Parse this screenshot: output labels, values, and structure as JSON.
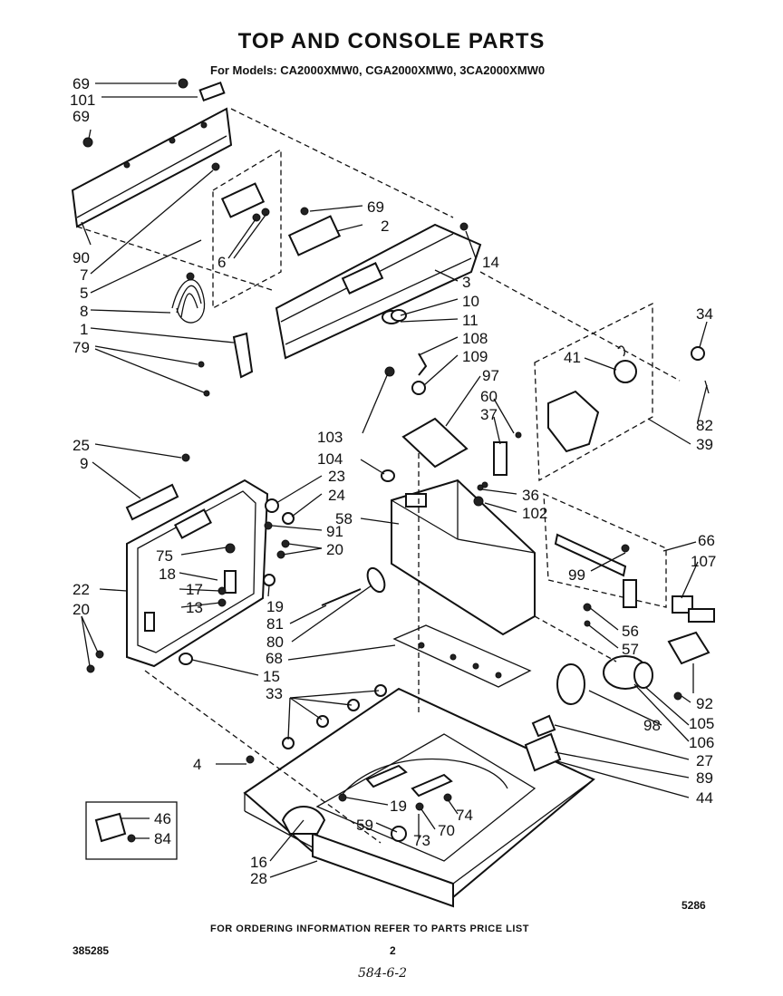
{
  "header": {
    "title": "TOP AND CONSOLE PARTS",
    "models_line": "For Models: CA2000XMW0, CGA2000XMW0, 3CA2000XMW0"
  },
  "callouts": [
    {
      "id": "c69a",
      "label": "69"
    },
    {
      "id": "c101",
      "label": "101"
    },
    {
      "id": "c69b",
      "label": "69"
    },
    {
      "id": "c90",
      "label": "90"
    },
    {
      "id": "c7",
      "label": "7"
    },
    {
      "id": "c5",
      "label": "5"
    },
    {
      "id": "c8",
      "label": "8"
    },
    {
      "id": "c1",
      "label": "1"
    },
    {
      "id": "c79",
      "label": "79"
    },
    {
      "id": "c6",
      "label": "6"
    },
    {
      "id": "c69c",
      "label": "69"
    },
    {
      "id": "c2",
      "label": "2"
    },
    {
      "id": "c14",
      "label": "14"
    },
    {
      "id": "c3",
      "label": "3"
    },
    {
      "id": "c10",
      "label": "10"
    },
    {
      "id": "c11",
      "label": "11"
    },
    {
      "id": "c108",
      "label": "108"
    },
    {
      "id": "c109",
      "label": "109"
    },
    {
      "id": "c97",
      "label": "97"
    },
    {
      "id": "c60",
      "label": "60"
    },
    {
      "id": "c37",
      "label": "37"
    },
    {
      "id": "c103",
      "label": "103"
    },
    {
      "id": "c104",
      "label": "104"
    },
    {
      "id": "c34",
      "label": "34"
    },
    {
      "id": "c41",
      "label": "41"
    },
    {
      "id": "c82",
      "label": "82"
    },
    {
      "id": "c39",
      "label": "39"
    },
    {
      "id": "c25",
      "label": "25"
    },
    {
      "id": "c9",
      "label": "9"
    },
    {
      "id": "c23",
      "label": "23"
    },
    {
      "id": "c24",
      "label": "24"
    },
    {
      "id": "c58",
      "label": "58"
    },
    {
      "id": "c36",
      "label": "36"
    },
    {
      "id": "c102",
      "label": "102"
    },
    {
      "id": "c91",
      "label": "91"
    },
    {
      "id": "c75",
      "label": "75"
    },
    {
      "id": "c20a",
      "label": "20"
    },
    {
      "id": "c18",
      "label": "18"
    },
    {
      "id": "c22",
      "label": "22"
    },
    {
      "id": "c17",
      "label": "17"
    },
    {
      "id": "c13",
      "label": "13"
    },
    {
      "id": "c20b",
      "label": "20"
    },
    {
      "id": "c19a",
      "label": "19"
    },
    {
      "id": "c81",
      "label": "81"
    },
    {
      "id": "c80",
      "label": "80"
    },
    {
      "id": "c66",
      "label": "66"
    },
    {
      "id": "c107",
      "label": "107"
    },
    {
      "id": "c99",
      "label": "99"
    },
    {
      "id": "c56",
      "label": "56"
    },
    {
      "id": "c57",
      "label": "57"
    },
    {
      "id": "c68",
      "label": "68"
    },
    {
      "id": "c15",
      "label": "15"
    },
    {
      "id": "c33",
      "label": "33"
    },
    {
      "id": "c92",
      "label": "92"
    },
    {
      "id": "c98",
      "label": "98"
    },
    {
      "id": "c105",
      "label": "105"
    },
    {
      "id": "c106",
      "label": "106"
    },
    {
      "id": "c27",
      "label": "27"
    },
    {
      "id": "c4",
      "label": "4"
    },
    {
      "id": "c89",
      "label": "89"
    },
    {
      "id": "c44",
      "label": "44"
    },
    {
      "id": "c46",
      "label": "46"
    },
    {
      "id": "c84",
      "label": "84"
    },
    {
      "id": "c19b",
      "label": "19"
    },
    {
      "id": "c74",
      "label": "74"
    },
    {
      "id": "c59",
      "label": "59"
    },
    {
      "id": "c70",
      "label": "70"
    },
    {
      "id": "c73",
      "label": "73"
    },
    {
      "id": "c16",
      "label": "16"
    },
    {
      "id": "c28",
      "label": "28"
    }
  ],
  "figure_code": "5286",
  "footer": {
    "ordering_note": "FOR ORDERING INFORMATION REFER TO PARTS PRICE LIST",
    "doc_number": "385285",
    "page_number": "2",
    "handwritten": "584-6-2"
  }
}
